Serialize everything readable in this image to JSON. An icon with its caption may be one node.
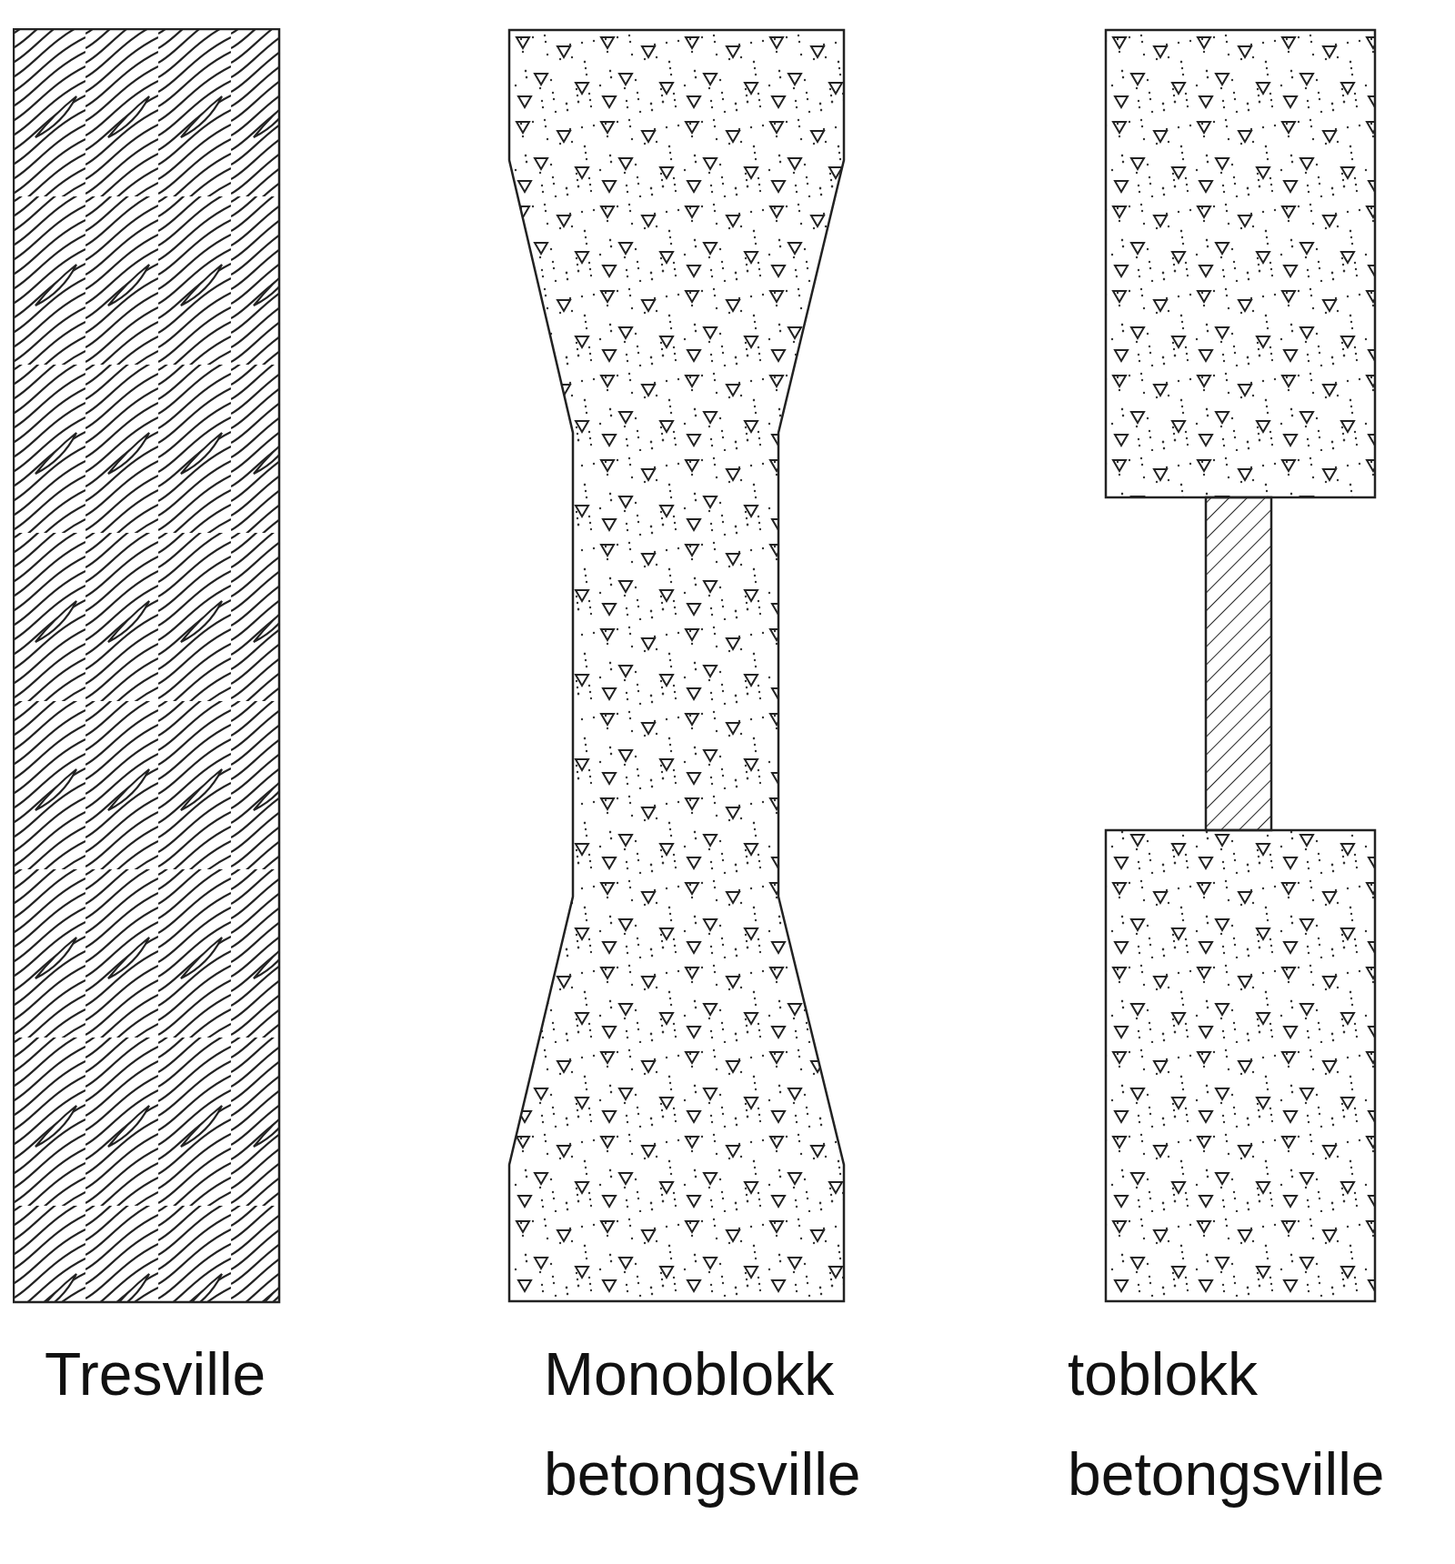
{
  "diagram": {
    "nodes": [
      {
        "text": [
          "Tresville"
        ]
      },
      {
        "text": [
          "Monoblokk betongsville"
        ]
      },
      {
        "text": [
          "toblokk betongsville"
        ]
      }
    ]
  }
}
